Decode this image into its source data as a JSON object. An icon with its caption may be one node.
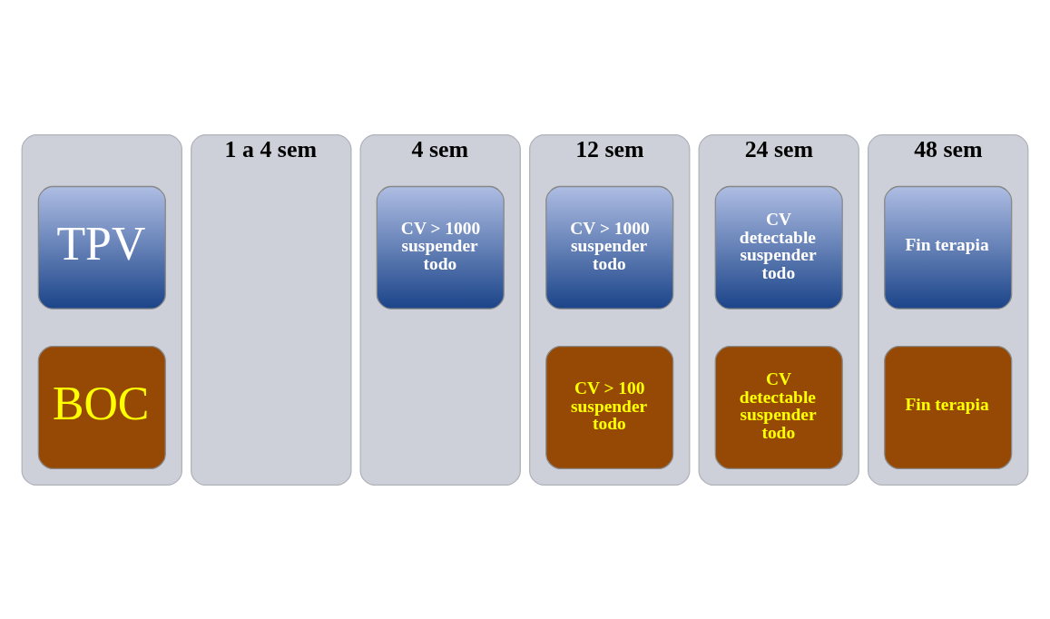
{
  "diagram": {
    "nodes": [
      {
        "text": [],
        "shape": "box"
      },
      {
        "text": [
          "TPV"
        ],
        "in": 0
      },
      {
        "text": [
          "BOC"
        ],
        "in": 0
      },
      {
        "text": [
          "1 a 4 sem"
        ]
      },
      {
        "text": [
          "4 sem"
        ]
      },
      {
        "text": [
          "CV > 1000 suspender todo"
        ],
        "in": 4
      },
      {
        "text": [
          "12 sem"
        ]
      },
      {
        "text": [
          "CV > 1000 suspender todo"
        ],
        "in": 6
      },
      {
        "text": [
          "CV > 100 suspender todo"
        ],
        "in": 6
      },
      {
        "text": [
          "24 sem"
        ]
      },
      {
        "text": [
          "CV detectable suspender todo"
        ],
        "in": 9
      },
      {
        "text": [
          "CV detectable suspender todo"
        ],
        "in": 9
      },
      {
        "text": [
          "48 sem"
        ]
      },
      {
        "text": [
          "Fin terapia"
        ],
        "in": 12
      },
      {
        "text": [
          "Fin terapia"
        ],
        "in": 12
      }
    ]
  }
}
